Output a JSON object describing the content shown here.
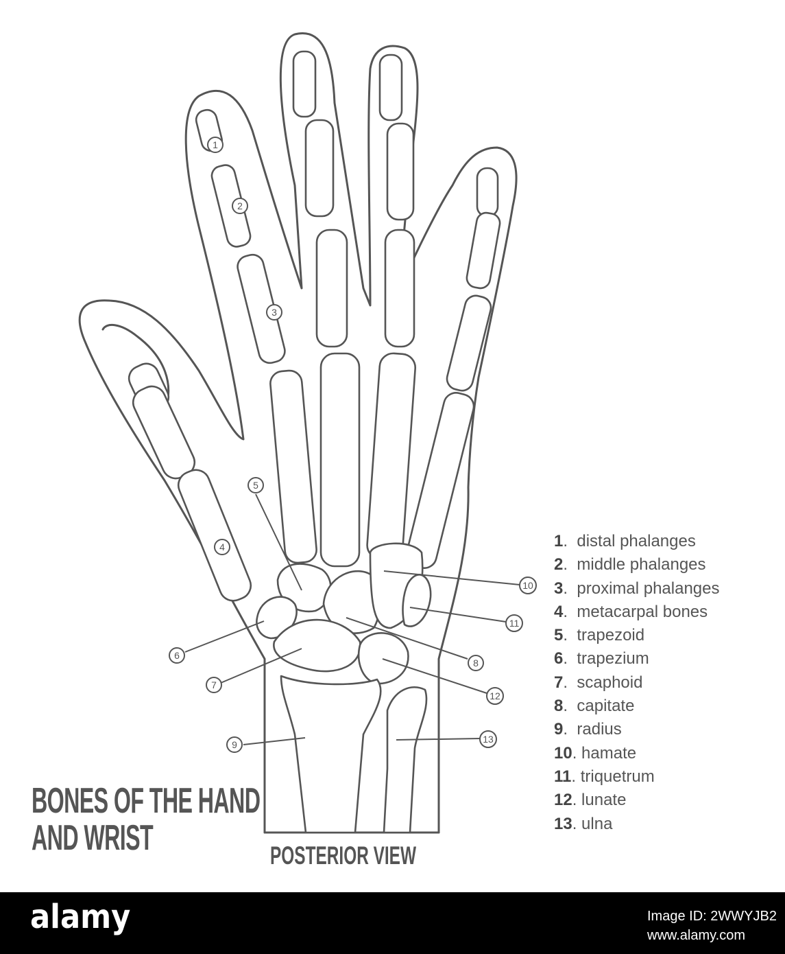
{
  "title_lines": [
    "BONES OF THE HAND",
    "AND WRIST"
  ],
  "subtitle": "POSTERIOR VIEW",
  "legend": [
    {
      "num": "1",
      "label": "distal phalanges"
    },
    {
      "num": "2",
      "label": "middle phalanges"
    },
    {
      "num": "3",
      "label": "proximal phalanges"
    },
    {
      "num": "4",
      "label": "metacarpal bones"
    },
    {
      "num": "5",
      "label": "trapezoid"
    },
    {
      "num": "6",
      "label": "trapezium"
    },
    {
      "num": "7",
      "label": "scaphoid"
    },
    {
      "num": "8",
      "label": "capitate"
    },
    {
      "num": "9",
      "label": "radius"
    },
    {
      "num": "10",
      "label": "hamate"
    },
    {
      "num": "11",
      "label": "triquetrum"
    },
    {
      "num": "12",
      "label": "lunate"
    },
    {
      "num": "13",
      "label": "ulna"
    }
  ],
  "callout_numbers": [
    "1",
    "2",
    "3",
    "4",
    "5",
    "6",
    "7",
    "8",
    "9",
    "10",
    "11",
    "12",
    "13"
  ],
  "footer": {
    "logo": "alamy",
    "image_id": "Image ID: 2WWYJB2",
    "url": "www.alamy.com"
  },
  "colors": {
    "line": "#555555",
    "background": "#ffffff",
    "footer": "#000000"
  }
}
